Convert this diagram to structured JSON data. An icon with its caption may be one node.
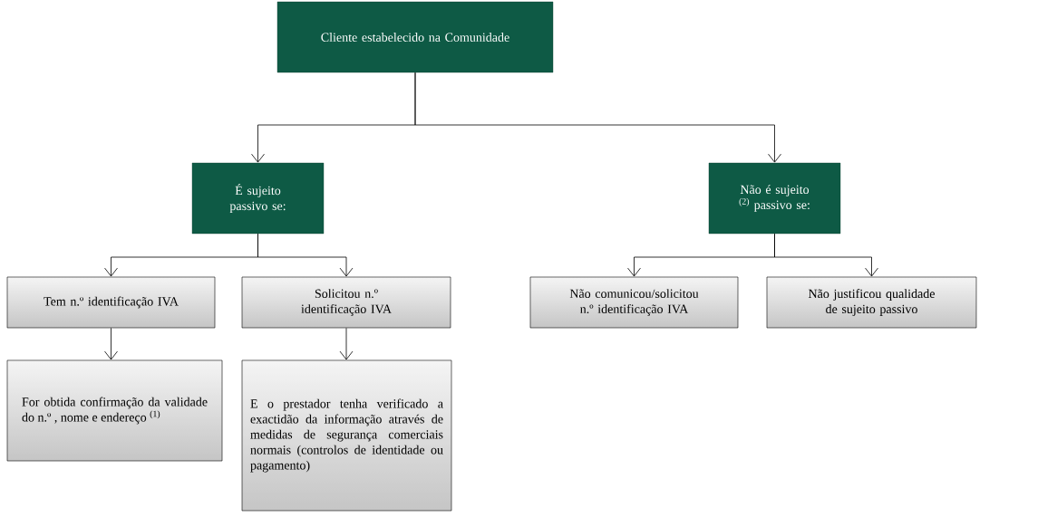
{
  "diagram": {
    "nodes": [
      {
        "text": [
          "Cliente estabelecido na Comunidade"
        ]
      },
      {
        "text": [
          "É sujeito passivo se:"
        ]
      },
      {
        "text": [
          "Não é sujeito $^{(2)}$ passivo se:"
        ]
      },
      {
        "text": [
          "Tem n.º identificação IVA"
        ]
      },
      {
        "text": [
          "Solicitou n.º identificação IVA"
        ]
      },
      {
        "text": [
          "Não comunicou/solicitou n.º identificação IVA"
        ]
      },
      {
        "text": [
          "Não justificou qualidade de sujeito passivo"
        ]
      },
      {
        "text": [
          "For obtida confirmação da validade do n.º , nome e endereço $^{(1)}$"
        ]
      },
      {
        "text": [
          "E o prestador tenha verificado a exactidão da informação através de medidas de segurança comerciais normais (controlos de identidade ou pagamento)"
        ]
      }
    ],
    "edges": [
      {
        "from": 0,
        "to": 1,
        "arrow": "to"
      },
      {
        "from": 0,
        "to": 2,
        "arrow": "to"
      },
      {
        "from": 1,
        "to": 3,
        "arrow": "to"
      },
      {
        "from": 1,
        "to": 4,
        "arrow": "to"
      },
      {
        "from": 2,
        "to": 5,
        "arrow": "to"
      },
      {
        "from": 2,
        "to": 6,
        "arrow": "to"
      },
      {
        "from": 3,
        "to": 7,
        "arrow": "to"
      },
      {
        "from": 4,
        "to": 8,
        "arrow": "to"
      }
    ]
  }
}
